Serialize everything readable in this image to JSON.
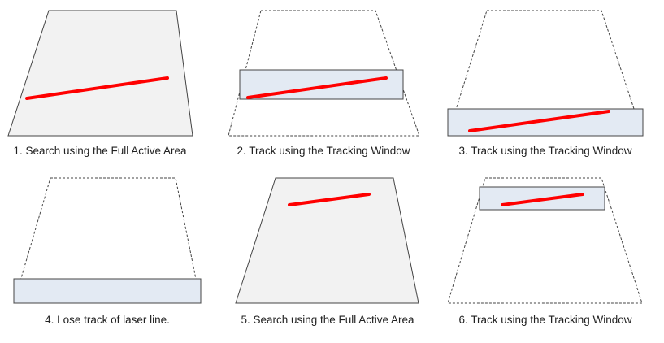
{
  "panels": [
    {
      "caption": "1. Search using the Full Active Area",
      "mode": "search",
      "window": null
    },
    {
      "caption": "2. Track using the Tracking Window",
      "mode": "track",
      "window": "middle"
    },
    {
      "caption": "3. Track using the Tracking Window",
      "mode": "track",
      "window": "bottom"
    },
    {
      "caption": "4. Lose track of laser line.",
      "mode": "lost",
      "window": "bottom"
    },
    {
      "caption": "5. Search using the Full Active Area",
      "mode": "search",
      "window": null
    },
    {
      "caption": "6. Track using the Tracking Window",
      "mode": "track",
      "window": "top"
    }
  ],
  "colors": {
    "active_area_fill": "#f2f2f2",
    "tracking_window_fill": "#e3eaf3",
    "outline": "#444444",
    "laser_line": "#ff0000"
  }
}
